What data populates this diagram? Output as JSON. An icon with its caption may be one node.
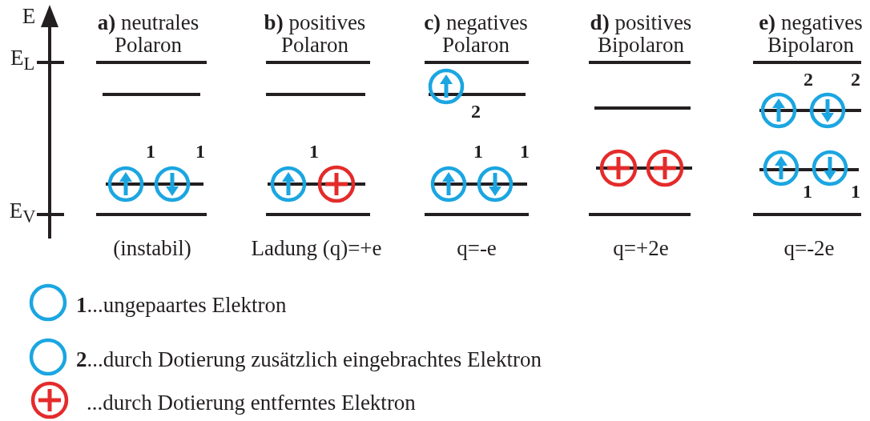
{
  "diagram": {
    "labels": [
      "E",
      "**a)** neutrales Polaron",
      "**b)** positives Polaron",
      "**c)** negatives Polaron",
      "**d)** positives Bipolaron",
      "**e)** negatives Bipolaron",
      "E$_{L}$",
      "2",
      "2",
      "2",
      "1",
      "1",
      "1",
      "1",
      "1",
      "1",
      "1",
      "E$_{V}$",
      "(instabil)",
      "Ladung (q)=+e",
      "q=-e",
      "q=+2e",
      "q=-2e"
    ],
    "legend": [
      {
        "text": "**1**...ungepaartes Elektron"
      },
      {
        "text": "**2**...durch Dotierung zusätzlich eingebrachtes Elektron"
      },
      {
        "text": "...durch Dotierung entferntes Elektron"
      }
    ]
  }
}
